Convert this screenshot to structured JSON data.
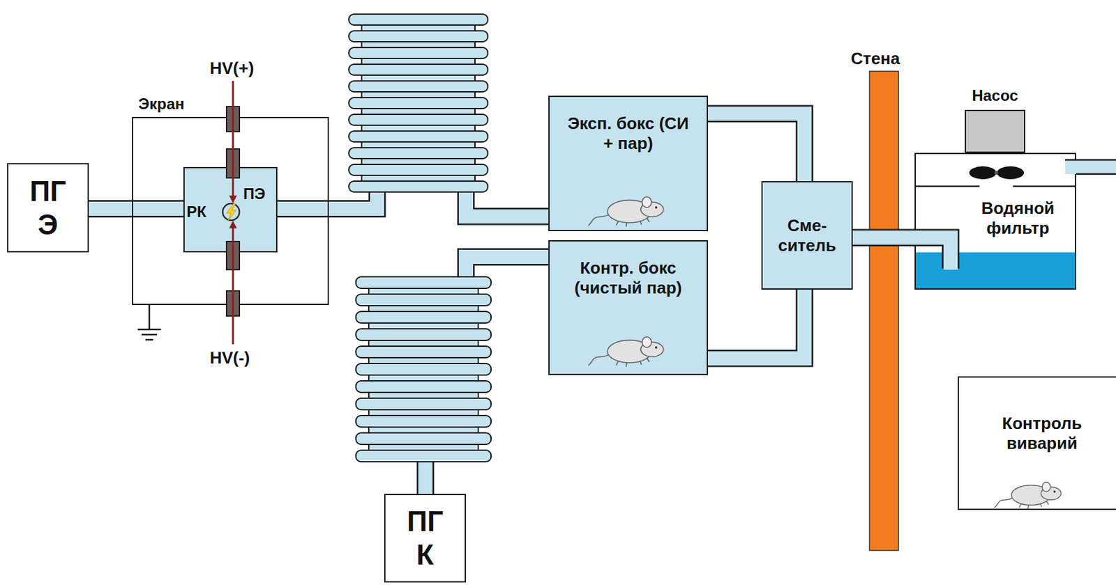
{
  "diagram": {
    "nodes": [
      {
        "text": [
          "ПГ Э"
        ]
      },
      {
        "text": [
          "Экран"
        ]
      },
      {
        "text": [
          "РК",
          "ПЭ"
        ],
        "in": 1
      },
      {
        "text": [
          "Эксп. бокс (СИ + пар)"
        ]
      },
      {
        "text": [
          "Контр. бокс (чистый пар)"
        ]
      },
      {
        "text": [
          "ПГ К"
        ]
      },
      {
        "text": [
          "Сме- ситель"
        ]
      },
      {
        "text": [
          "Насос"
        ]
      },
      {
        "text": [
          "Водяной фильтр"
        ]
      },
      {
        "text": [
          "Контроль виварий"
        ]
      }
    ],
    "edges": [
      {
        "from": 0,
        "to": 2,
        "arrow": "none"
      },
      {
        "from": 2,
        "to": 3,
        "arrow": "none"
      },
      {
        "from": 5,
        "to": 4,
        "arrow": "none"
      },
      {
        "from": 3,
        "to": 6,
        "arrow": "none"
      },
      {
        "from": 4,
        "to": 6,
        "arrow": "none"
      },
      {
        "from": 6,
        "to": 8,
        "arrow": "none"
      }
    ],
    "labels": [
      "HV(+)",
      "HV(-)",
      "Стена"
    ]
  }
}
